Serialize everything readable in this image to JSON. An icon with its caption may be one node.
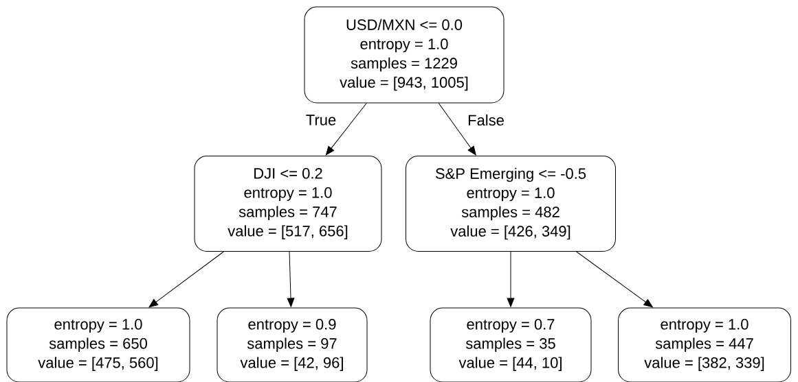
{
  "diagram": {
    "nodes": [
      {
        "text": [
          "USD/MXN <= 0.0",
          "entropy = 1.0",
          "samples = 1229",
          "value = [943, 1005]"
        ]
      },
      {
        "text": [
          "DJI <= 0.2",
          "entropy = 1.0",
          "samples = 747",
          "value = [517, 656]"
        ]
      },
      {
        "text": [
          "S&P Emerging <= -0.5",
          "entropy = 1.0",
          "samples = 482",
          "value = [426, 349]"
        ]
      },
      {
        "text": [
          "entropy = 1.0",
          "samples = 650",
          "value = [475, 560]"
        ]
      },
      {
        "text": [
          "entropy = 0.9",
          "samples = 97",
          "value = [42, 96]"
        ]
      },
      {
        "text": [
          "entropy = 0.7",
          "samples = 35",
          "value = [44, 10]"
        ]
      },
      {
        "text": [
          "entropy = 1.0",
          "samples = 447",
          "value = [382, 339]"
        ]
      }
    ],
    "edges": [
      {
        "from": 0,
        "to": 1,
        "arrow": "to",
        "label": "True"
      },
      {
        "from": 0,
        "to": 2,
        "arrow": "to",
        "label": "False"
      },
      {
        "from": 1,
        "to": 3,
        "arrow": "to"
      },
      {
        "from": 1,
        "to": 4,
        "arrow": "to"
      },
      {
        "from": 2,
        "to": 5,
        "arrow": "to"
      },
      {
        "from": 2,
        "to": 6,
        "arrow": "to"
      }
    ]
  }
}
